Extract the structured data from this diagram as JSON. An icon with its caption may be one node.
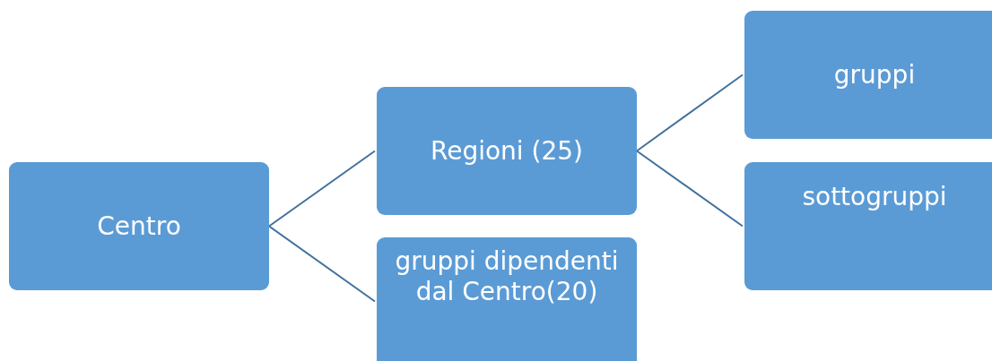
{
  "diagram": {
    "nodes": [
      {
        "text": [
          "Centro"
        ]
      },
      {
        "text": [
          "Regioni (25)"
        ]
      },
      {
        "text": [
          "gruppi dipendenti dal Centro(20)"
        ]
      },
      {
        "text": [
          "gruppi"
        ]
      },
      {
        "text": [
          "sottogruppi"
        ]
      }
    ],
    "edges": [
      {
        "from": 0,
        "to": 1,
        "arrow": "none"
      },
      {
        "from": 0,
        "to": 2,
        "arrow": "none"
      },
      {
        "from": 1,
        "to": 3,
        "arrow": "none"
      },
      {
        "from": 1,
        "to": 4,
        "arrow": "none"
      }
    ]
  }
}
